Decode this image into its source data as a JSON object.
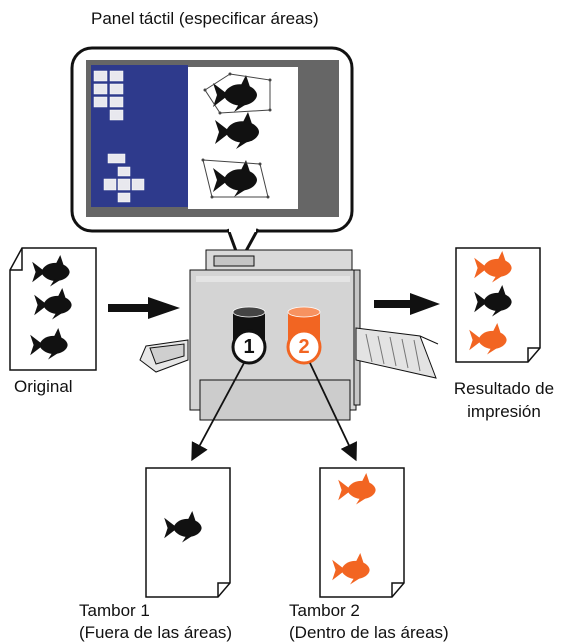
{
  "panel": {
    "title": "Panel táctil (especificar áreas)"
  },
  "labels": {
    "original": "Original",
    "result_line1": "Resultado de",
    "result_line2": "impresión",
    "drum1_line1": "Tambor 1",
    "drum1_line2": "(Fuera de las áreas)",
    "drum2_line1": "Tambor 2",
    "drum2_line2": "(Dentro de las áreas)"
  },
  "drums": {
    "drum1_number": "1",
    "drum2_number": "2"
  },
  "colors": {
    "ink_black": "#111111",
    "ink_orange": "#f26522",
    "panel_blue": "#2e3a8c",
    "panel_gray": "#666666"
  }
}
